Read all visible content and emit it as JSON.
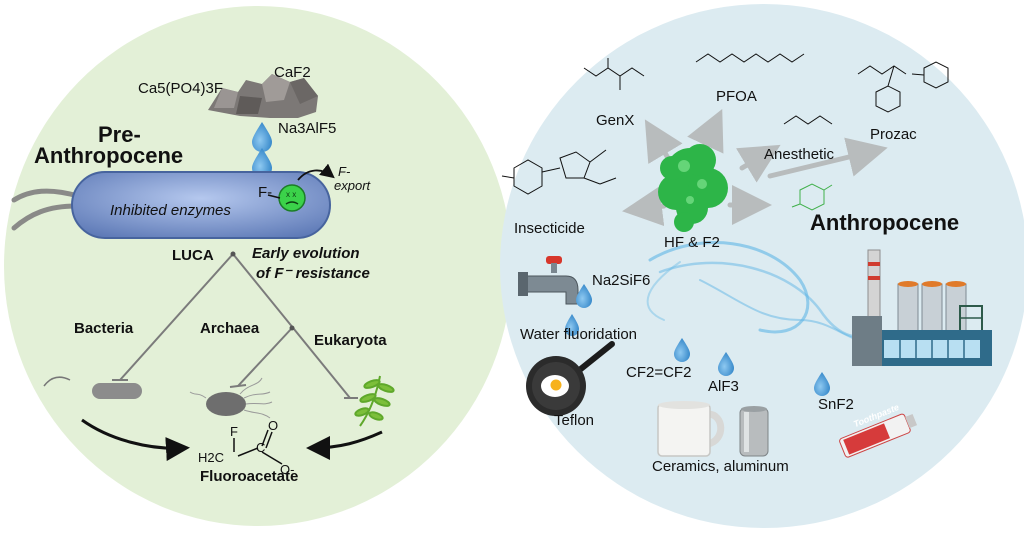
{
  "left": {
    "title_line1": "Pre-",
    "title_line2": "Anthropocene",
    "mineral_1": "Ca5(PO4)3F",
    "mineral_2": "CaF2",
    "mineral_3": "Na3AlF5",
    "cell_label": "Inhibited enzymes",
    "fluoride_ion": "F-",
    "export_line1": "F-",
    "export_line2": "export",
    "luca": "LUCA",
    "early_line1": "Early evolution",
    "early_line2": "of F⁻ resistance",
    "bacteria": "Bacteria",
    "archaea": "Archaea",
    "eukaryota": "Eukaryota",
    "fluoroacetate": "Fluoroacetate",
    "fa_F": "F",
    "fa_H2C": "H2C",
    "fa_C": "C",
    "fa_O": "O",
    "fa_Ominus": "O-"
  },
  "right": {
    "title": "Anthropocene",
    "genx": "GenX",
    "pfoa": "PFOA",
    "anesthetic": "Anesthetic",
    "prozac": "Prozac",
    "insecticide": "Insecticide",
    "hf_f2": "HF & F2",
    "na2sif6": "Na2SiF6",
    "water_fluoridation": "Water fluoridation",
    "teflon": "Teflon",
    "cf2cf2": "CF2=CF2",
    "alf3": "AlF3",
    "snf2": "SnF2",
    "ceramics": "Ceramics, aluminum",
    "toothpaste": "Toothpaste"
  },
  "colors": {
    "left_bg": "#e3f0d7",
    "right_bg": "#dcebf1",
    "droplet": "#3d96d6",
    "cell": "#7e9ad0",
    "hf_cloud": "#2db548",
    "arrow_gray": "#b8bcbd"
  }
}
